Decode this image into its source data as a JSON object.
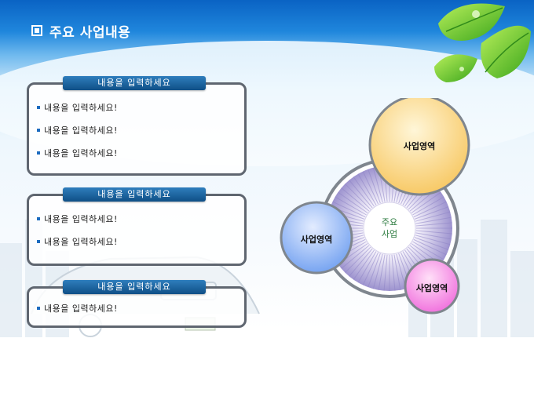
{
  "header": {
    "title": "주요 사업내용"
  },
  "boxes": [
    {
      "title": "내용을 입력하세요",
      "items": [
        "내용을 입력하세요!",
        "내용을 입력하세요!",
        "내용을 입력하세요!"
      ]
    },
    {
      "title": "내용을 입력하세요",
      "items": [
        "내용을 입력하세요!",
        "내용을 입력하세요!"
      ]
    },
    {
      "title": "내용을 입력하세요",
      "items": [
        "내용을 입력하세요!"
      ]
    }
  ],
  "diagram": {
    "center": {
      "line1": "주요",
      "line2": "사업"
    },
    "circles": [
      {
        "label": "사업영역",
        "color": "#f7c65e"
      },
      {
        "label": "사업영역",
        "color": "#6f9ff0"
      },
      {
        "label": "사업영역",
        "color": "#f06bdc"
      }
    ]
  }
}
